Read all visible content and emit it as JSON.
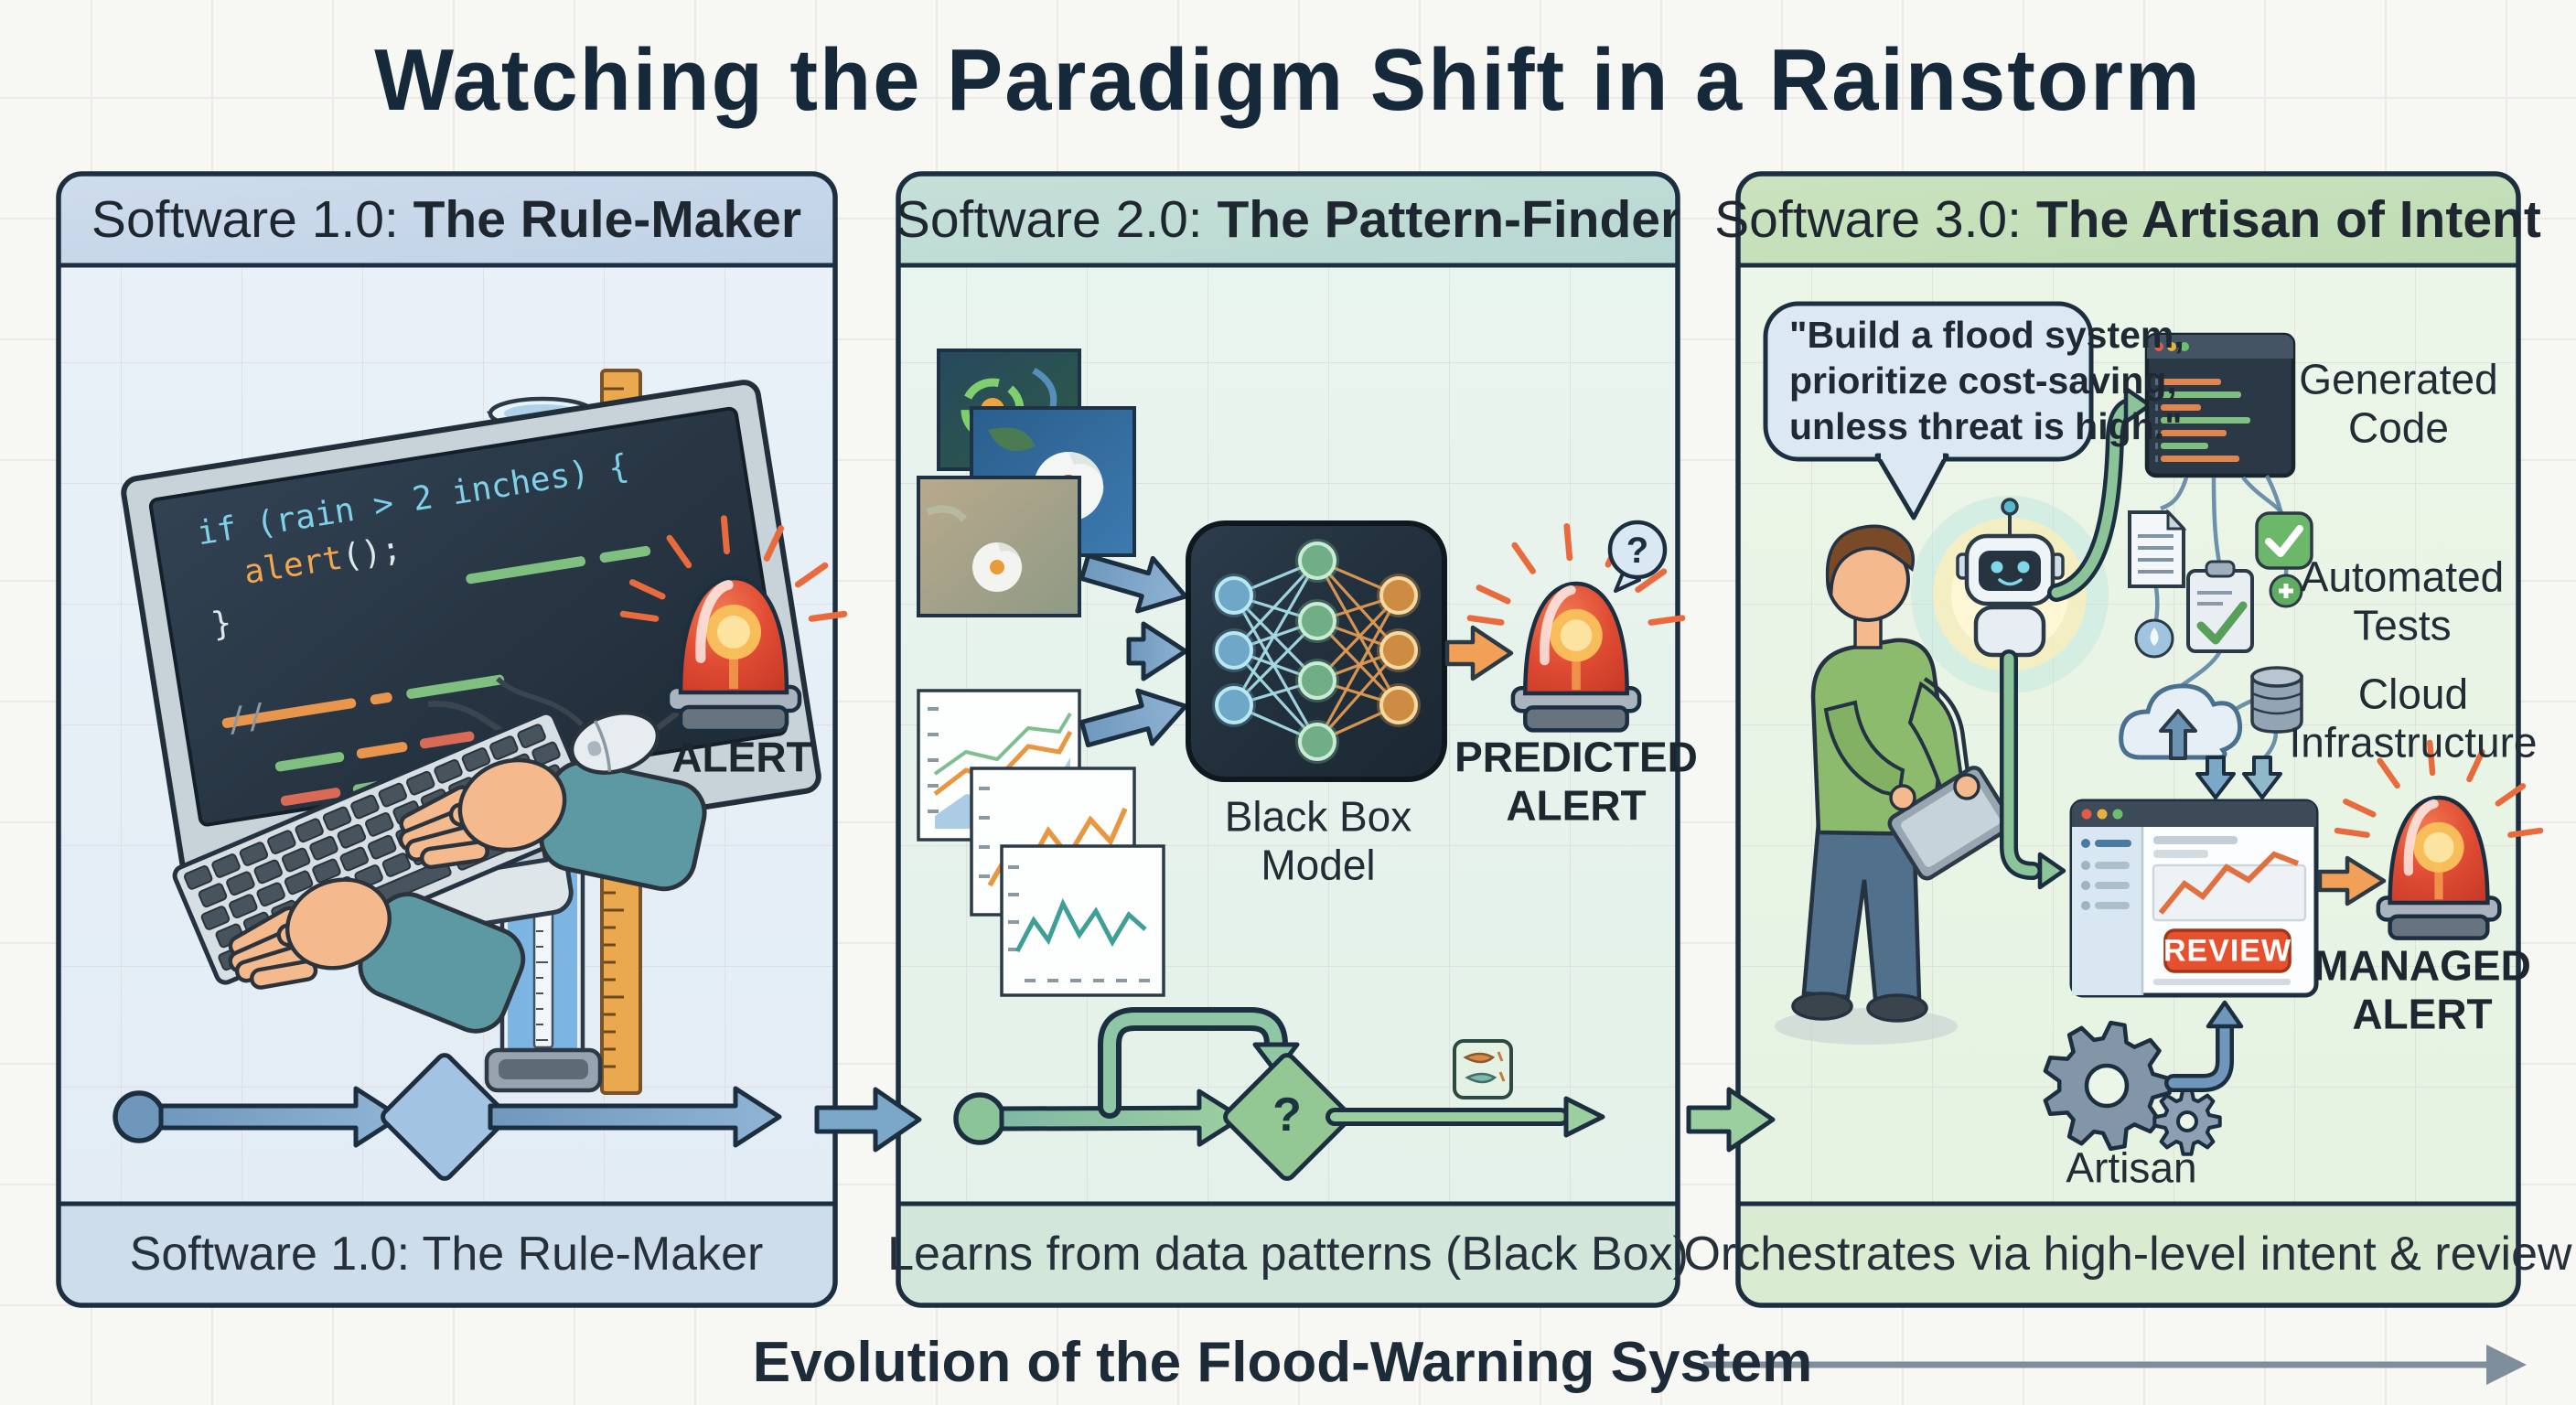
{
  "title": "Watching the Paradigm Shift in a Rainstorm",
  "evolution_axis_label": "Evolution of the Flood-Warning System",
  "colors": {
    "panel_border": "#1c2f40",
    "software1_accent": "#c8d6e8",
    "software2_accent": "#c2ddd6",
    "software3_accent": "#c6e0ba",
    "alert_red": "#e04b33",
    "flow_blue": "#7ba7c9",
    "flow_green": "#9ccf9f",
    "review_orange": "#e5512f"
  },
  "panels": [
    {
      "header_prefix": "Software 1.0: ",
      "header_name": "The Rule-Maker",
      "footer": "Software 1.0: The Rule-Maker",
      "alert_label": "ALERT",
      "code": {
        "line1": "if (rain > 2 inches) {",
        "line2a": "alert",
        "line2b": "();",
        "line3": "}",
        "comment": "//"
      }
    },
    {
      "header_prefix": "Software 2.0: ",
      "header_name": "The Pattern-Finder",
      "footer": "Learns from data patterns (Black Box)",
      "model_label": "Black Box\nModel",
      "alert_label": "PREDICTED\nALERT",
      "question_mark": "?",
      "diamond_mark": "?"
    },
    {
      "header_prefix": "Software 3.0: ",
      "header_name": "The Artisan of Intent",
      "footer": "Orchestrates via high-level intent & review",
      "speech_bubble": "\"Build a flood system,\nprioritize cost-saving,\nunless threat is high.\"",
      "label_generated_code": "Generated\nCode",
      "label_automated_tests": "Automated\nTests",
      "label_cloud_infrastructure": "Cloud\nInfrastructure",
      "review_button": "REVIEW",
      "managed_alert_label": "MANAGED\nALERT",
      "artisan_label": "Artisan"
    }
  ]
}
